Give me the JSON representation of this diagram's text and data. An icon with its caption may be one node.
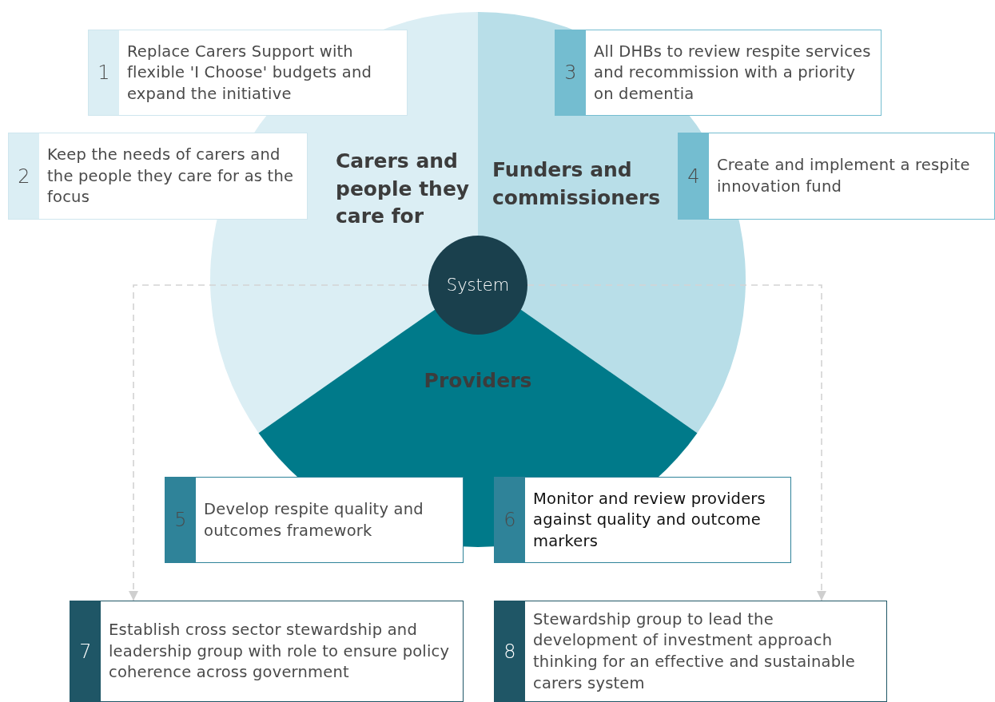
{
  "diagram": {
    "nodes": [
      {
        "text": [
          "1",
          "Replace Carers Support with flexible 'I Choose' budgets and expand the initiative"
        ]
      },
      {
        "text": [
          "2",
          "Keep the needs of carers and the people they care for as the focus"
        ]
      },
      {
        "text": [
          "3",
          "All DHBs to review respite services and recommission with a priority on dementia"
        ]
      },
      {
        "text": [
          "4",
          "Create and implement a respite innovation fund"
        ]
      },
      {
        "text": [
          "Carers and people they care for"
        ]
      },
      {
        "text": [
          "Funders and commissioners"
        ]
      },
      {
        "text": [
          "System"
        ]
      },
      {
        "text": [
          "Providers"
        ]
      },
      {
        "text": [
          "5",
          "Develop respite quality and outcomes framework"
        ]
      },
      {
        "text": [
          "6",
          "Monitor and review providers against quality and outcome markers"
        ]
      },
      {
        "text": [
          "7",
          "Establish cross sector stewardship and leadership group with role to ensure policy coherence across government"
        ]
      },
      {
        "text": [
          "8",
          "Stewardship group to lead the development of investment approach thinking for an effective and sustainable carers system"
        ]
      }
    ],
    "edges": [
      {
        "from": 6,
        "to": 10,
        "arrow": "to",
        "style": "dashed"
      },
      {
        "from": 6,
        "to": 11,
        "arrow": "to",
        "style": "dashed"
      }
    ]
  }
}
